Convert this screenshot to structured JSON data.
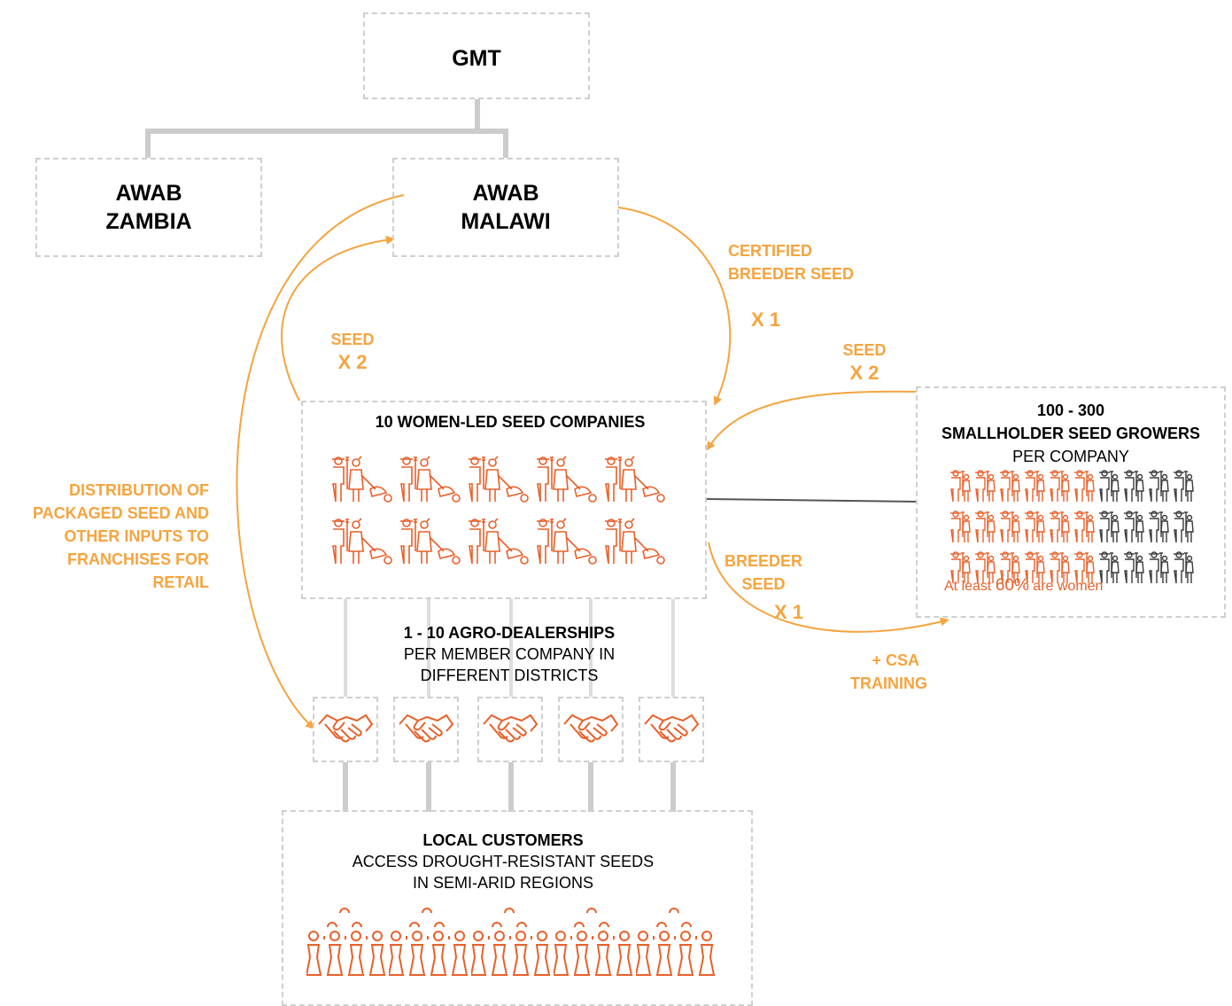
{
  "colors": {
    "flow_arrow": "#f5a43f",
    "icon_orange": "#e9602a",
    "icon_grey": "#3a3a3a",
    "connector": "#cccccc",
    "dashed_border": "#cfcfcf"
  },
  "nodes": {
    "gmt": {
      "label": "GMT"
    },
    "awab_zambia": {
      "line1": "AWAB",
      "line2": "ZAMBIA"
    },
    "awab_malawi": {
      "line1": "AWAB",
      "line2": "MALAWI"
    },
    "seed_companies": {
      "title": "10 WOMEN-LED SEED COMPANIES",
      "icon_count": 10,
      "icon": "farmer-couple-with-wheelbarrow-icon"
    },
    "smallholders": {
      "line1": "100 - 300",
      "line2": "SMALLHOLDER SEED GROWERS",
      "line3": "PER COMPANY",
      "note_prefix": "At least ",
      "note_value": "60%",
      "note_suffix": " are women",
      "rows": 3,
      "per_row": 10,
      "orange_per_row": 6,
      "icon": "seed-grower-person-icon"
    },
    "agro_dealerships": {
      "title": "1 - 10 AGRO-DEALERSHIPS",
      "line2": "PER MEMBER COMPANY IN",
      "line3": "DIFFERENT DISTRICTS",
      "handshake_count": 5,
      "icon": "handshake-icon"
    },
    "local_customers": {
      "title": "LOCAL CUSTOMERS",
      "line2": "ACCESS DROUGHT-RESISTANT SEEDS",
      "line3": "IN SEMI-ARID REGIONS",
      "group_count": 5,
      "icon": "people-group-icon"
    }
  },
  "flows": {
    "certified": {
      "line1": "CERTIFIED",
      "line2": "BREEDER SEED",
      "multiplier": "X 1"
    },
    "seed_left": {
      "line1": "SEED",
      "line2": "X 2"
    },
    "seed_right": {
      "line1": "SEED",
      "line2": "X 2"
    },
    "breeder": {
      "line1": "BREEDER",
      "line2": "SEED",
      "multiplier": "X 1"
    },
    "csa": {
      "line1": "+ CSA",
      "line2": "TRAINING"
    },
    "distribution": {
      "line1": "DISTRIBUTION OF",
      "line2": "PACKAGED SEED AND",
      "line3": "OTHER INPUTS TO",
      "line4": "FRANCHISES FOR",
      "line5": "RETAIL"
    }
  }
}
